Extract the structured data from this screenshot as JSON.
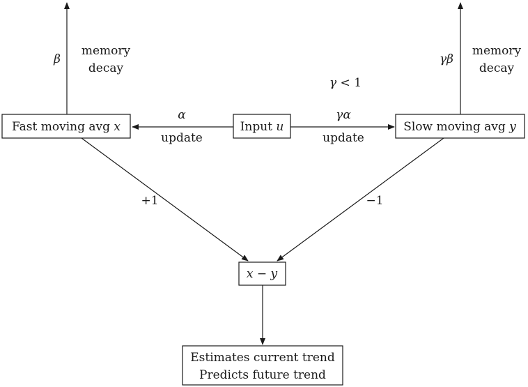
{
  "nodes": {
    "input": {
      "text": "Input ",
      "var": "u"
    },
    "fast": {
      "text": "Fast moving avg ",
      "var": "x"
    },
    "slow": {
      "text": "Slow moving avg ",
      "var": "y"
    },
    "diff": {
      "a": "x",
      "op": " − ",
      "b": "y"
    },
    "result": {
      "line1": "Estimates current trend",
      "line2": "Predicts future trend"
    }
  },
  "edges": {
    "input_to_fast": {
      "weight": "α",
      "label": "update"
    },
    "input_to_slow": {
      "weight": "γα",
      "label": "update"
    },
    "fast_decay": {
      "weight": "β",
      "label_line1": "memory",
      "label_line2": "decay"
    },
    "slow_decay": {
      "weight": "γβ",
      "label_line1": "memory",
      "label_line2": "decay"
    },
    "fast_to_diff": {
      "weight": "+1"
    },
    "slow_to_diff": {
      "weight": "−1"
    }
  },
  "constraint": {
    "lhs": "γ",
    "op": " < ",
    "rhs": "1"
  }
}
